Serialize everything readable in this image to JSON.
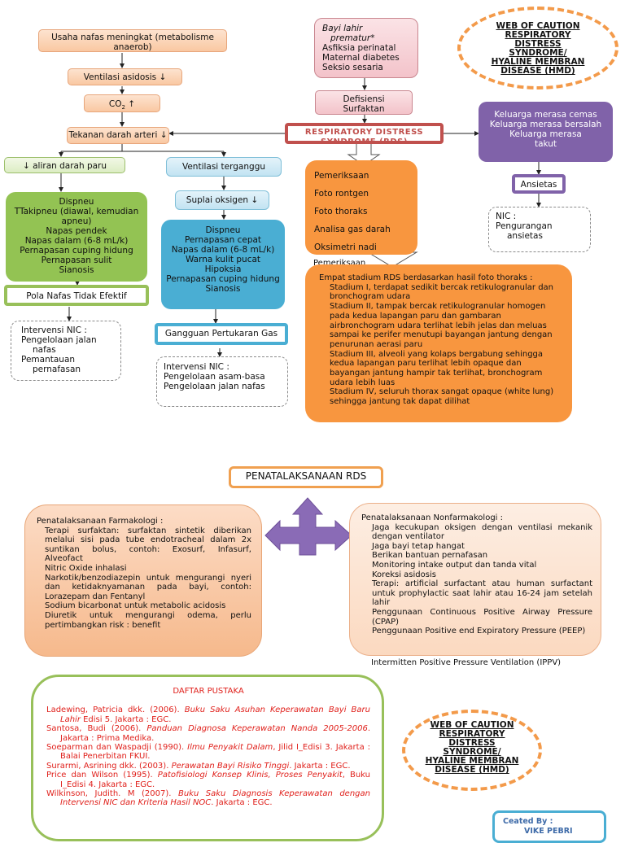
{
  "title_oval": [
    "WEB OF CAUTION",
    "RESPIRATORY",
    "DISTRESS",
    "SYNDROME/",
    "HYALINE MEMBRAN",
    "DISEASE (HMD)"
  ],
  "left_chain": {
    "usaha": "Usaha nafas meningkat (metabolisme anaerob)",
    "ventilasi_asidosis": "Ventilasi asidosis ↓",
    "co2": "CO",
    "co2_sub": "2",
    "co2_arrow": " ↑",
    "tekanan": "Tekanan darah arteri ↓",
    "aliran": "↓ aliran darah paru",
    "ventilasi_terganggu": "Ventilasi terganggu",
    "suplai": "Suplai oksigen ↓"
  },
  "bayi_box": {
    "line1": "Bayi lahir",
    "line2": "prematur*",
    "items": [
      "Asfiksia perinatal",
      "Maternal diabetes",
      "Seksio sesaria"
    ]
  },
  "defisiensi": "Defisiensi Surfaktan",
  "rds_title": "RESPIRATORY DISTRESS SYNDROME (RDS)",
  "keluarga": [
    "Keluarga merasa cemas",
    "Keluarga merasa bersalah",
    "Keluarga merasa takut"
  ],
  "ansietas": "Ansietas",
  "nic_ansietas": [
    "NIC :",
    "Pengurangan",
    "ansietas"
  ],
  "green_symptoms": [
    "Dispneu",
    "TTakipneu (diawal, kemudian apneu)",
    "Napas pendek",
    "Napas dalam (6-8 mL/k)",
    "Pernapasan cuping hidung",
    "Pernapasan sulit",
    "Sianosis"
  ],
  "pola_nafas": "Pola Nafas Tidak Efektif",
  "intervensi_left": [
    "Intervensi NIC :",
    "Pengelolaan jalan",
    "nafas",
    "Pemantauan",
    "pernafasan"
  ],
  "teal_symptoms": [
    "Dispneu",
    "Pernapasan cepat",
    "Napas dalam (6-8 mL/k)",
    "Warna kulit pucat",
    "Hipoksia",
    "Pernapasan cuping hidung",
    "Sianosis"
  ],
  "gangguan": "Gangguan Pertukaran Gas",
  "intervensi_mid": [
    "Intervensi NIC :",
    "Pengelolaan asam-basa",
    "Pengelolaan jalan nafas"
  ],
  "pemeriksaan": [
    "Pemeriksaan",
    "Foto rontgen",
    "Foto thoraks",
    "Analisa gas darah",
    "Oksimetri nadi"
  ],
  "pemeriksaan_peek": "Pemeriksaan",
  "stadium": {
    "intro": "Empat stadium RDS berdasarkan hasil foto thoraks :",
    "items": [
      "Stadium I, terdapat sedikit bercak retikulogranular dan bronchogram udara",
      "Stadium II, tampak bercak retikulogranular homogen pada kedua lapangan paru dan gambaran airbronchogram udara terlihat lebih jelas dan meluas sampai ke perifer menutupi bayangan jantung dengan penurunan aerasi paru",
      "Stadium III, alveoli yang kolaps bergabung sehingga kedua lapangan paru terlihat lebih opaque dan bayangan jantung hampir tak terlihat, bronchogram udara lebih luas",
      "Stadium IV, seluruh thorax sangat opaque (white lung) sehingga jantung tak dapat dilihat"
    ]
  },
  "penatalaksanaan": "PENATALAKSANAAN RDS",
  "farmakologi": {
    "heading": "Penatalaksanaan Farmakologi :",
    "items": [
      "Terapi surfaktan: surfaktan sintetik diberikan melalui sisi pada tube endotracheal dalam 2x suntikan bolus, contoh: Exosurf, Infasurf, Alveofact",
      "Nitric Oxide inhalasi",
      "Narkotik/benzodiazepin untuk mengurangi nyeri dan ketidaknyamanan pada bayi, contoh: Lorazepam dan Fentanyl",
      "Sodium bicarbonat untuk metabolic acidosis",
      "Diuretik untuk mengurangi odema, perlu pertimbangkan risk : benefit"
    ]
  },
  "nonfarmakologi": {
    "heading": "Penatalaksanaan Nonfarmakologi :",
    "items": [
      "Jaga kecukupan oksigen dengan ventilasi mekanik dengan ventilator",
      "Jaga bayi tetap hangat",
      "Berikan bantuan pernafasan",
      "Monitoring intake output dan tanda vital",
      "Koreksi asidosis",
      "Terapi: artificial surfactant atau human surfactant untuk prophylactic saat lahir atau 16-24 jam setelah lahir",
      "Penggunaan Continuous Positive Airway Pressure (CPAP)",
      "Penggunaan Positive end Expiratory Pressure (PEEP)",
      "Intermitten Positive Pressure Ventilation (IPPV)"
    ]
  },
  "daftar_pustaka": {
    "heading": "DAFTAR PUSTAKA",
    "refs": [
      {
        "a": "Ladewing, Patricia dkk. (2006). ",
        "t": "Buku Saku Asuhan Keperawatan Bayi Baru Lahir",
        "b": " Edisi 5. Jakarta : EGC."
      },
      {
        "a": "Santosa, Budi (2006). ",
        "t": "Panduan Diagnosa Keperawatan Nanda 2005-2006",
        "b": ". Jakarta : Prima Medika."
      },
      {
        "a": "Soeparman dan Waspadji (1990). ",
        "t": "Ilmu Penyakit Dalam",
        "b": ", Jilid I_Edisi 3. Jakarta : Balai Penerbitan FKUI."
      },
      {
        "a": "Surarmi, Asrining dkk. (2003). ",
        "t": "Perawatan Bayi Risiko Tinggi",
        "b": ". Jakarta : EGC."
      },
      {
        "a": "Price dan Wilson (1995). ",
        "t": "Patofisiologi Konsep Klinis, Proses Penyakit",
        "b": ", Buku I_Edisi 4. Jakarta : EGC."
      },
      {
        "a": "Wilkinson, Judith. M (2007). ",
        "t": "Buku Saku Diagnosis Keperawatan dengan Intervensi NIC dan Kriteria Hasil NOC",
        "b": ". Jakarta : EGC."
      }
    ]
  },
  "bottom_oval": [
    "WEB OF CAUTION",
    "RESPIRATORY",
    "DISTRESS",
    "SYNDROME/",
    "HYALINE MEMBRAN",
    "DISEASE (HMD)"
  ],
  "created": {
    "label": "Ceated By :",
    "name": "VIKE PEBRI"
  },
  "colors": {
    "orange": "#f8963f",
    "green": "#93c353",
    "teal": "#4aaed3",
    "purple": "#8062a9",
    "red": "#c0504d",
    "refs": "#e0201b"
  }
}
